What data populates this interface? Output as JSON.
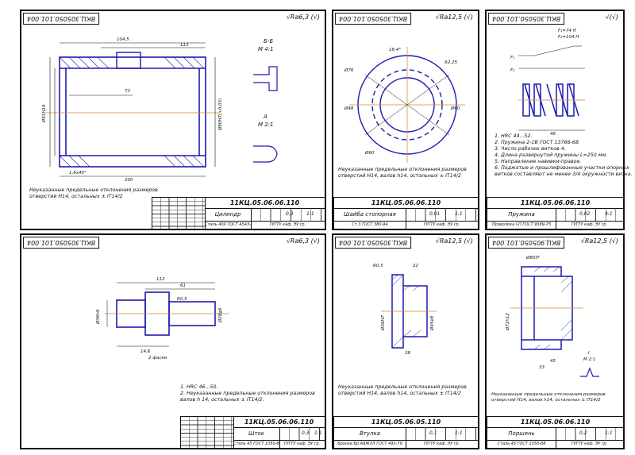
{
  "sheets": [
    {
      "code": "ВКЦ.305050.101.004",
      "roughness": "√Ra6,3 (√)",
      "note": [
        "Неуказанные предельные отклонения размеров",
        "отверстий Н14, остальных ± IT14/2"
      ],
      "doc_number": "11КЦ.05.06.06.110",
      "part_name": "Цилиндр",
      "material": "Сталь 40Х ГОСТ 4543-71",
      "org": "ГУГТУ каф. ЭУ гр.",
      "cells": [
        "",
        "0,3",
        "1:1"
      ],
      "labels": {
        "l1": "Б-Б",
        "l2": "М 4:1",
        "l3": "А",
        "l4": "М 2:1"
      }
    },
    {
      "code": "ВКЦ.305050.101.004",
      "roughness": "√Ra12,5 (√)",
      "note": [
        "Неуказанные предельные отклонения размеров",
        "отверстий Н14, валов h14, остальных ± IT14/2"
      ],
      "doc_number": "11КЦ.05.06.06.110",
      "part_name": "Шайба стопорная",
      "material": "Ст 3 ГОСТ 380-94",
      "org": "ГУГТУ каф. ЭУ гр.",
      "cells": [
        "",
        "0,01",
        "1:1"
      ],
      "labels": {}
    },
    {
      "code": "ВКЦ.305050.101.004",
      "roughness": "√(√)",
      "note": [
        "1. НRС 44...52.",
        "2. Пружина 2-1В ГОСТ 13766-68.",
        "3. Число рабочих витков 4.",
        "4. Длина развернутой пружины L=250 мм.",
        "5. Направление навивки-правое.",
        "6. Поджатые и прошлифованные участки опорных",
        "витков составляют не менее 3/4 окружности витка."
      ],
      "doc_number": "11КЦ.05.06.06.110",
      "part_name": "Пружина",
      "material": "Проволока I-П ГОСТ 9389-75",
      "org": "ГУГТУ каф. ЭУ гр.",
      "cells": [
        "",
        "0,02",
        "4:1"
      ],
      "labels": {}
    },
    {
      "code": "ВКЦ.305050.101.004",
      "roughness": "√Ra6,3 (√)",
      "note": [
        "1. НRС 46...50.",
        "2. Неуказанные предельные отклонения размеров",
        "валов h 14, остальных ± IT14/2."
      ],
      "doc_number": "11КЦ.05.06.06.110",
      "part_name": "Шток",
      "material": "Сталь 45 ГОСТ 1050-88",
      "org": "ГУГТУ каф. ЭУ гр.",
      "cells": [
        "",
        "0,3",
        "1:1"
      ],
      "labels": {}
    },
    {
      "code": "ВКЦ.305050.101.004",
      "roughness": "√Ra12,5 (√)",
      "note": [
        "Неуказанные предельные отклонения размеров",
        "отверстий Н14, валов h14, остальных ± IT14/2"
      ],
      "doc_number": "11КЦ.05.06.05.110",
      "part_name": "Втулка",
      "material": "Бронза Бр А9Ж3Л ГОСТ 493-79",
      "org": "ГУГТУ каф. ЭУ гр.",
      "cells": [
        "",
        "0,1",
        "1:1"
      ],
      "labels": {}
    },
    {
      "code": "ВКЦ.905050.101.004",
      "roughness": "√Ra12,5 (√)",
      "note": [
        "Неуказанные предельные отклонения размеров",
        "отверстий Н14, валов h14, остальных ± IT14/2"
      ],
      "doc_number": "11КЦ.05.06.06.110",
      "part_name": "Поршень",
      "material": "Сталь 45 ГОСТ 1050-88",
      "org": "ГУГТУ каф. ЭУ гр.",
      "cells": [
        "",
        "0,2",
        "1:1"
      ],
      "labels": {
        "l1": "I",
        "l2": "М 2:1"
      }
    }
  ]
}
